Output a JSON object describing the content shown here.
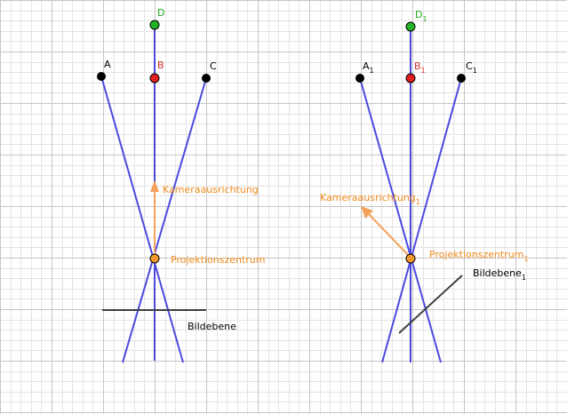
{
  "colors": {
    "grid_minor": "#e3e3e3",
    "grid_major": "#c6c6c6",
    "ray": "#4a4ae0",
    "arrow": "#f3a25c",
    "projection_point": "#f39a2e",
    "plane": "#3f3f3f",
    "point_black": "#000000",
    "point_red": "#e02020",
    "point_green": "#22b422",
    "label_orange": "#f08a1c"
  },
  "left_scene": {
    "labels": {
      "A": "A",
      "B": "B",
      "C": "C",
      "D": "D",
      "direction": "Kameraausrichtung",
      "center": "Projektionszentrum",
      "plane": "Bildebene"
    }
  },
  "right_scene": {
    "labels": {
      "A": "A",
      "B": "B",
      "C": "C",
      "D": "D",
      "subscript": "1",
      "direction": "Kameraausrichtung",
      "center": "Projektionszentrum",
      "plane": "Bildebene"
    }
  }
}
